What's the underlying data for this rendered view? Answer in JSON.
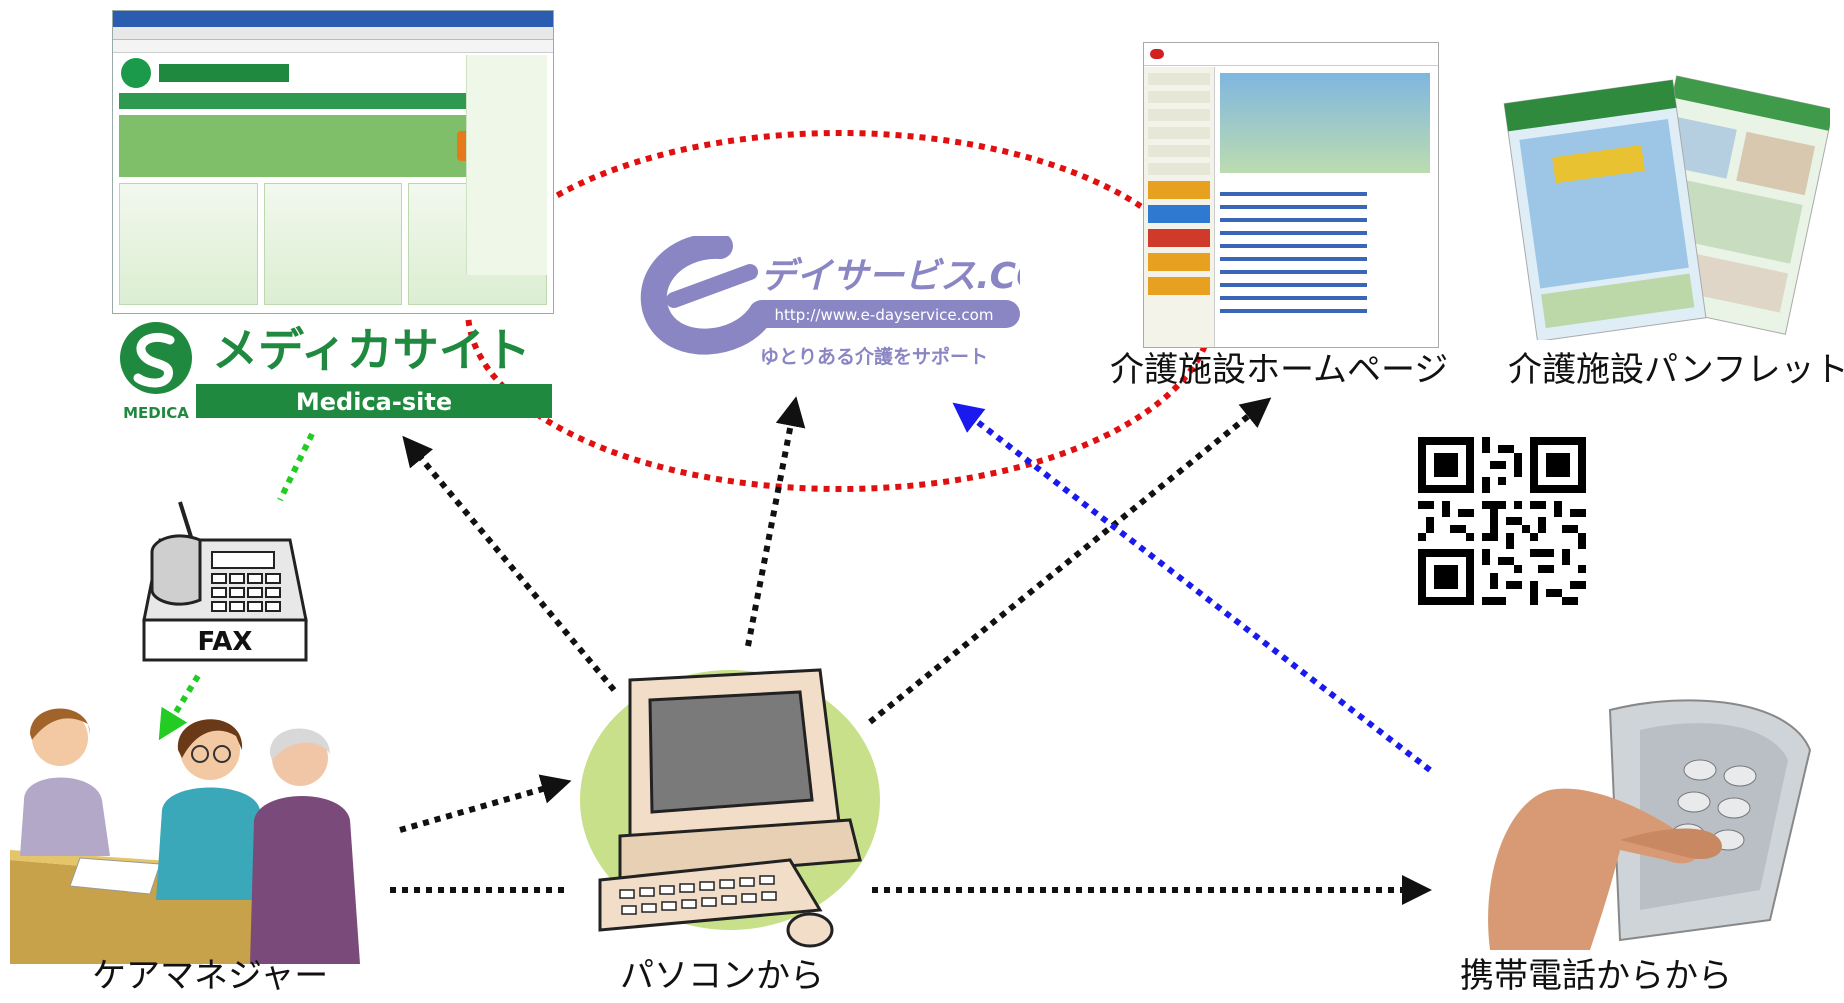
{
  "captions": {
    "care_manager": "ケアマネジャー",
    "pc": "パソコンから",
    "mobile": "携帯電話からから",
    "homepage": "介護施設ホームページ",
    "pamphlet": "介護施設パンフレット"
  },
  "medica": {
    "logo_name_jp": "メディカサイト",
    "logo_name_en": "Medica-site",
    "logo_mark": "MEDICA"
  },
  "eday": {
    "name": "デイサービス.COM",
    "url": "http://www.e-dayservice.com",
    "tagline": "ゆとりある介護をサポート"
  },
  "fax": {
    "label": "FAX"
  },
  "colors": {
    "medica_green": "#1f8a3f",
    "eday_purple": "#8a86c4",
    "red_ellipse": "#e01010",
    "green_arrow": "#22cc22",
    "blue_arrow": "#1a1aee",
    "black_arrow": "#111111"
  }
}
